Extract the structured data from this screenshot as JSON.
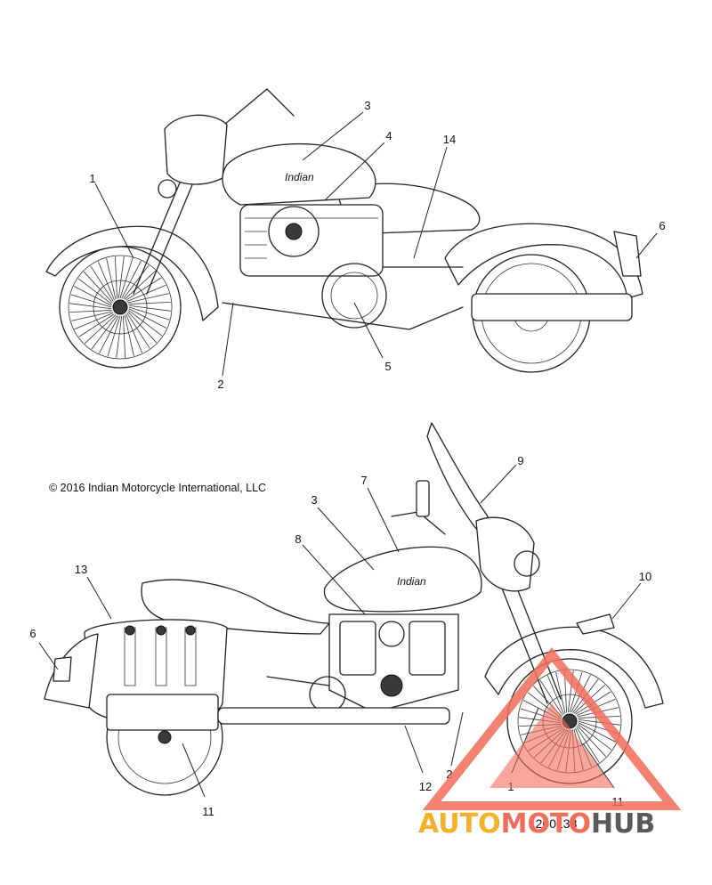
{
  "copyright": "© 2016 Indian Motorcycle International, LLC",
  "part_number": "200138",
  "tank_script": "Indian",
  "watermark": {
    "word_a": "AUTO",
    "word_b": "MOTO",
    "word_c": "HUB",
    "color_a": "#f4b02a",
    "color_b": "#f26c5a",
    "color_c": "#5a5a5a"
  },
  "top_view": {
    "callouts": [
      "1",
      "2",
      "3",
      "4",
      "5",
      "6",
      "14"
    ]
  },
  "bottom_view": {
    "callouts": [
      "1",
      "2",
      "3",
      "6",
      "7",
      "8",
      "9",
      "10",
      "11",
      "11",
      "12",
      "13"
    ]
  }
}
